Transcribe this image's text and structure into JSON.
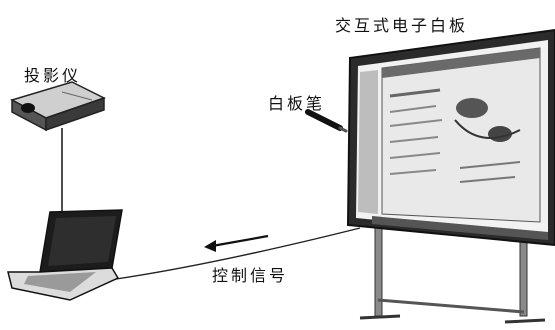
{
  "labels": {
    "board": "交互式电子白板",
    "projector": "投影仪",
    "pen": "白板笔",
    "signal": "控制信号"
  },
  "colors": {
    "ink": "#111111",
    "board_frame": "#2b2b2b",
    "screen": "#e9e9e9",
    "stand": "#7a7a7a",
    "laptop": "#1c1c1c"
  }
}
